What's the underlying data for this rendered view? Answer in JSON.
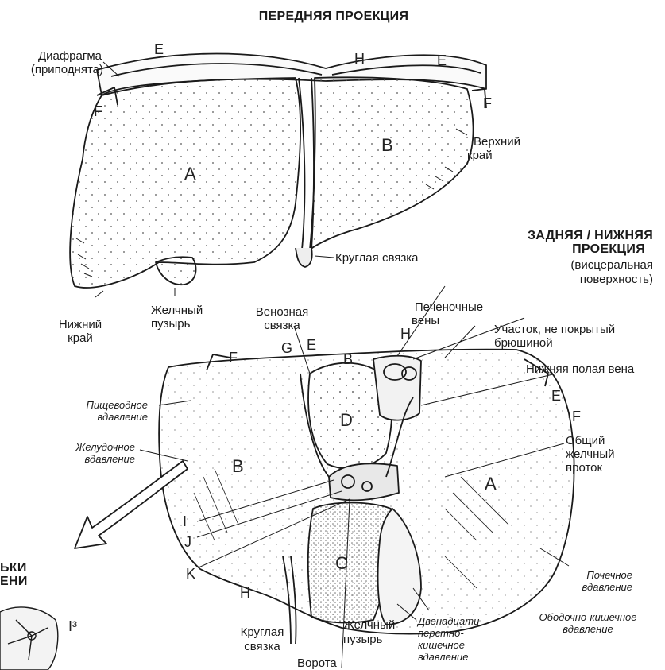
{
  "titles": {
    "anterior": "ПЕРЕДНЯЯ ПРОЕКЦИЯ",
    "posterior_1": "ЗАДНЯЯ / НИЖНЯЯ",
    "posterior_2": "ПРОЕКЦИЯ",
    "posterior_sub_1": "(висцеральная",
    "posterior_sub_2": "поверхность)",
    "cut_1": "ЬКИ",
    "cut_2": "ЕНИ"
  },
  "anterior_labels": {
    "diaphragm_1": "Диафрагма",
    "diaphragm_2": "(приподнята)",
    "upper_edge_1": "Верхний",
    "upper_edge_2": "край",
    "round_lig": "Круглая связка",
    "lower_edge_1": "Нижний",
    "lower_edge_2": "край",
    "gallbladder_1": "Желчный",
    "gallbladder_2": "пузырь"
  },
  "posterior_labels": {
    "venous_lig_1": "Венозная",
    "venous_lig_2": "связка",
    "hepatic_veins_1": "Печеночные",
    "hepatic_veins_2": "вены",
    "bare_area_1": "Участок, не покрытый",
    "bare_area_2": "брюшиной",
    "ivc": "Нижняя полая вена",
    "cbd_1": "Общий",
    "cbd_2": "желчный",
    "cbd_3": "проток",
    "esophageal_1": "Пищеводное",
    "esophageal_2": "вдавление",
    "gastric_1": "Желудочное",
    "gastric_2": "вдавление",
    "renal_1": "Почечное",
    "renal_2": "вдавление",
    "colic_1": "Ободочно-кишечное",
    "colic_2": "вдавление",
    "duodenal_1": "Двенадцати-",
    "duodenal_2": "перстно-",
    "duodenal_3": "кишечное",
    "duodenal_4": "вдавление",
    "gallbladder_1": "Желчный",
    "gallbladder_2": "пузырь",
    "round_lig_1": "Круглая",
    "round_lig_2": "связка",
    "porta": "Ворота"
  },
  "letters": {
    "A": "A",
    "B": "B",
    "C": "C",
    "D": "D",
    "E": "E",
    "F": "F",
    "G": "G",
    "H": "H",
    "I": "I",
    "J": "J",
    "K": "K",
    "I3": "I³"
  }
}
